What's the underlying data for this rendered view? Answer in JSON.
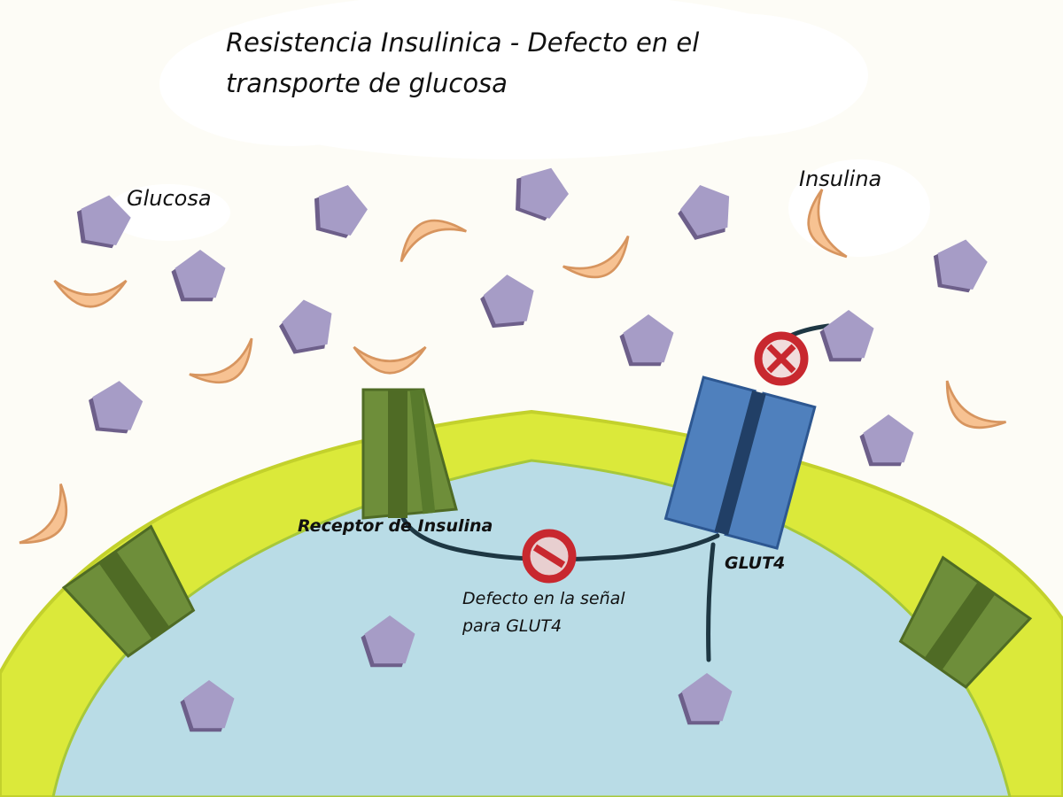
{
  "title": {
    "line1": "Resistencia Insulinica - Defecto en el",
    "line2": "transporte de glucosa"
  },
  "labels": {
    "glucose": "Glucosa",
    "insulin": "Insulina",
    "receptor": "Receptor de Insulina",
    "glut4": "GLUT4",
    "defect_line1": "Defecto en la señal",
    "defect_line2": "para GLUT4"
  },
  "colors": {
    "background": "#fdfcf6",
    "cytoplasm": "#b9dce6",
    "membrane": "#dbe93a",
    "membrane_edge": "#c3d12c",
    "glucose": "#a69cc6",
    "glucose_shadow": "#6d5f8a",
    "insulin": "#f7c292",
    "insulin_edge": "#d7955f",
    "receptor": "#6e8e3a",
    "receptor_dark": "#4f6b25",
    "glut4": "#4f80bd",
    "glut4_dark": "#213f66",
    "block_sign": "#c8282f",
    "signal_line": "#1e3743"
  },
  "icons": {
    "glucose": "pentagon-molecule-icon",
    "insulin": "crescent-molecule-icon",
    "blocked": "prohibition-sign-icon"
  }
}
